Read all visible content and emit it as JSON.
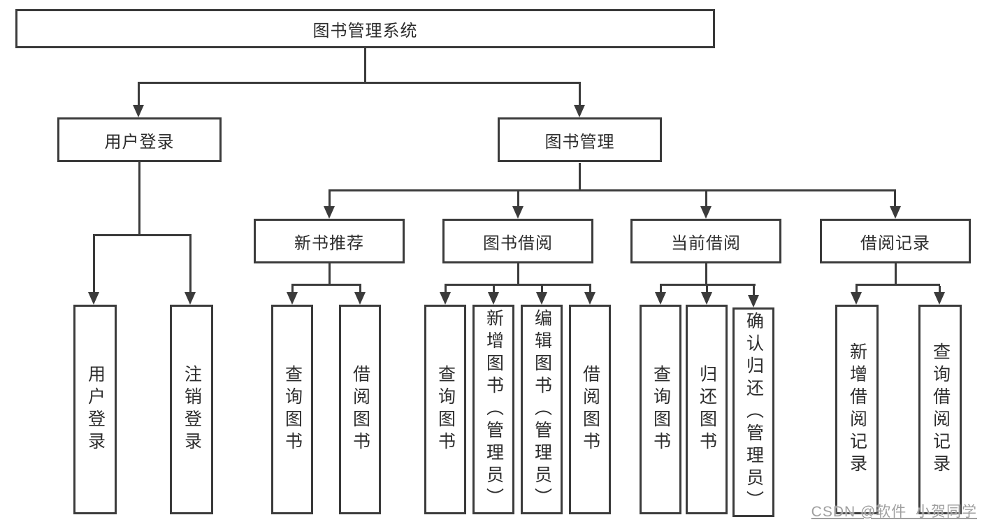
{
  "tree": {
    "root": {
      "label": "图书管理系统",
      "children": [
        {
          "label": "用户登录",
          "children": [
            {
              "label": "用户登录"
            },
            {
              "label": "注销登录"
            }
          ]
        },
        {
          "label": "图书管理",
          "children": [
            {
              "label": "新书推荐",
              "children": [
                {
                  "label": "查询图书"
                },
                {
                  "label": "借阅图书"
                }
              ]
            },
            {
              "label": "图书借阅",
              "children": [
                {
                  "label": "查询图书"
                },
                {
                  "label": "新增图书（管理员）"
                },
                {
                  "label": "编辑图书（管理员）"
                },
                {
                  "label": "借阅图书"
                }
              ]
            },
            {
              "label": "当前借阅",
              "children": [
                {
                  "label": "查询图书"
                },
                {
                  "label": "归还图书"
                },
                {
                  "label": "确认归还（管理员）"
                }
              ]
            },
            {
              "label": "借阅记录",
              "children": [
                {
                  "label": "新增借阅记录"
                },
                {
                  "label": "查询借阅记录"
                }
              ]
            }
          ]
        }
      ]
    }
  },
  "watermark": {
    "text": "CSDN @软件_小贺同学",
    "color": "#9f9f9f"
  },
  "colors": {
    "background": "#ffffff",
    "box_border": "#3b3b3b",
    "connector": "#3b3b3b",
    "node_text": "#2d2d2d"
  }
}
